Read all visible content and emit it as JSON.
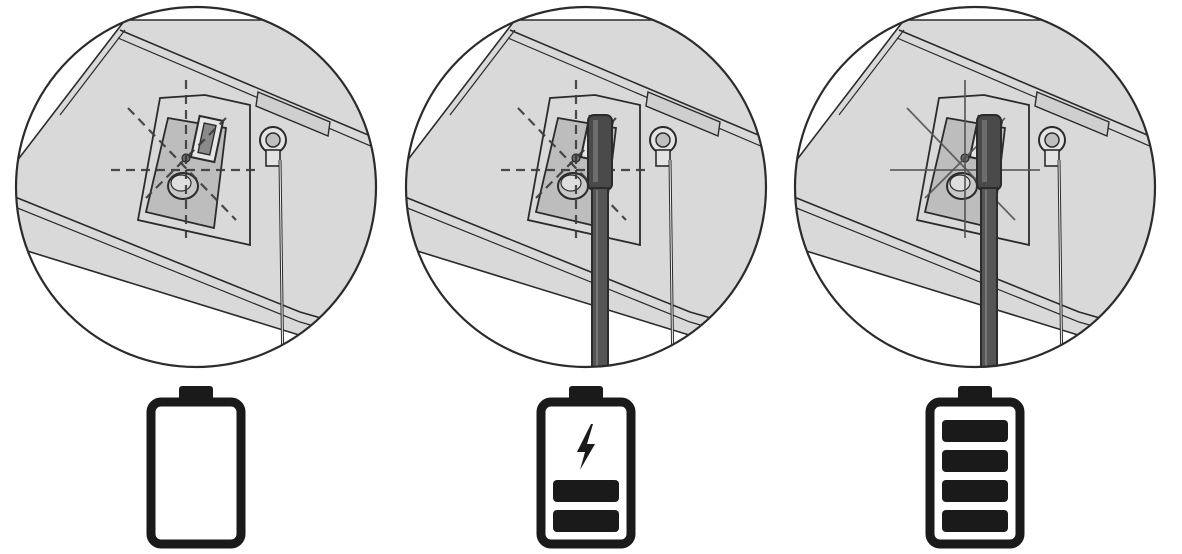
{
  "colors": {
    "background": "#ffffff",
    "panel": "#d9d9d9",
    "panel_dark": "#cfcfcf",
    "outline": "#2b2b2b",
    "cable": "#555555",
    "battery": "#1a1a1a"
  },
  "steps": [
    {
      "name": "step-1-empty",
      "cable_connected": false,
      "led": "blinking-dashed",
      "battery_level": 0,
      "battery_bars": 0,
      "charging_bolt": false
    },
    {
      "name": "step-2-charging",
      "cable_connected": true,
      "led": "blinking-dashed",
      "battery_level": 0.4,
      "battery_bars": 2,
      "charging_bolt": true
    },
    {
      "name": "step-3-full",
      "cable_connected": true,
      "led": "solid",
      "battery_level": 1.0,
      "battery_bars": 4,
      "charging_bolt": false
    }
  ]
}
